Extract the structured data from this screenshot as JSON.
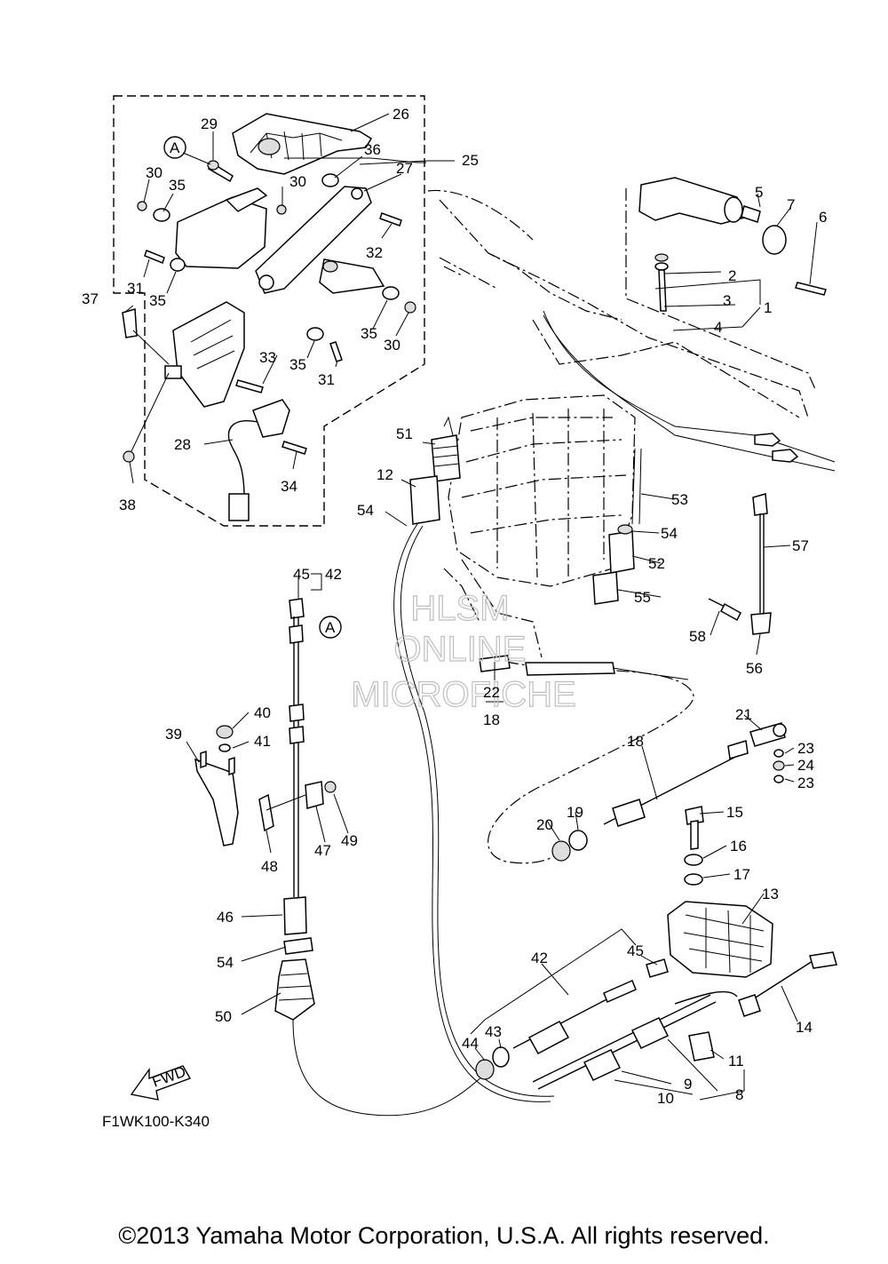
{
  "diagram": {
    "ref_code": "F1WK100-K340",
    "fwd_label": "FWD",
    "copyright": "©2013 Yamaha Motor Corporation, U.S.A. All rights reserved.",
    "watermark": [
      "HLSM",
      "ONLINE",
      "MICROFICHE"
    ],
    "callout_letter": "A",
    "labels": {
      "p1": "1",
      "p2": "2",
      "p3": "3",
      "p4": "4",
      "p5": "5",
      "p6": "6",
      "p7": "7",
      "p8": "8",
      "p9": "9",
      "p10": "10",
      "p11": "11",
      "p12": "12",
      "p13": "13",
      "p14": "14",
      "p15": "15",
      "p16": "16",
      "p17": "17",
      "p18a": "18",
      "p18b": "18",
      "p19": "19",
      "p20": "20",
      "p21": "21",
      "p22": "22",
      "p23a": "23",
      "p23b": "23",
      "p24": "24",
      "p25": "25",
      "p26": "26",
      "p27": "27",
      "p28": "28",
      "p29": "29",
      "p30a": "30",
      "p30b": "30",
      "p30c": "30",
      "p31a": "31",
      "p31b": "31",
      "p32": "32",
      "p33": "33",
      "p34": "34",
      "p35a": "35",
      "p35b": "35",
      "p35c": "35",
      "p35d": "35",
      "p36": "36",
      "p37": "37",
      "p38": "38",
      "p39": "39",
      "p40": "40",
      "p41": "41",
      "p42a": "42",
      "p42b": "42",
      "p43": "43",
      "p44": "44",
      "p45a": "45",
      "p45b": "45",
      "p46": "46",
      "p47": "47",
      "p48": "48",
      "p49": "49",
      "p50": "50",
      "p51": "51",
      "p52": "52",
      "p53": "53",
      "p54a": "54",
      "p54b": "54",
      "p54c": "54",
      "p55": "55",
      "p56": "56",
      "p57": "57",
      "p58": "58"
    }
  }
}
